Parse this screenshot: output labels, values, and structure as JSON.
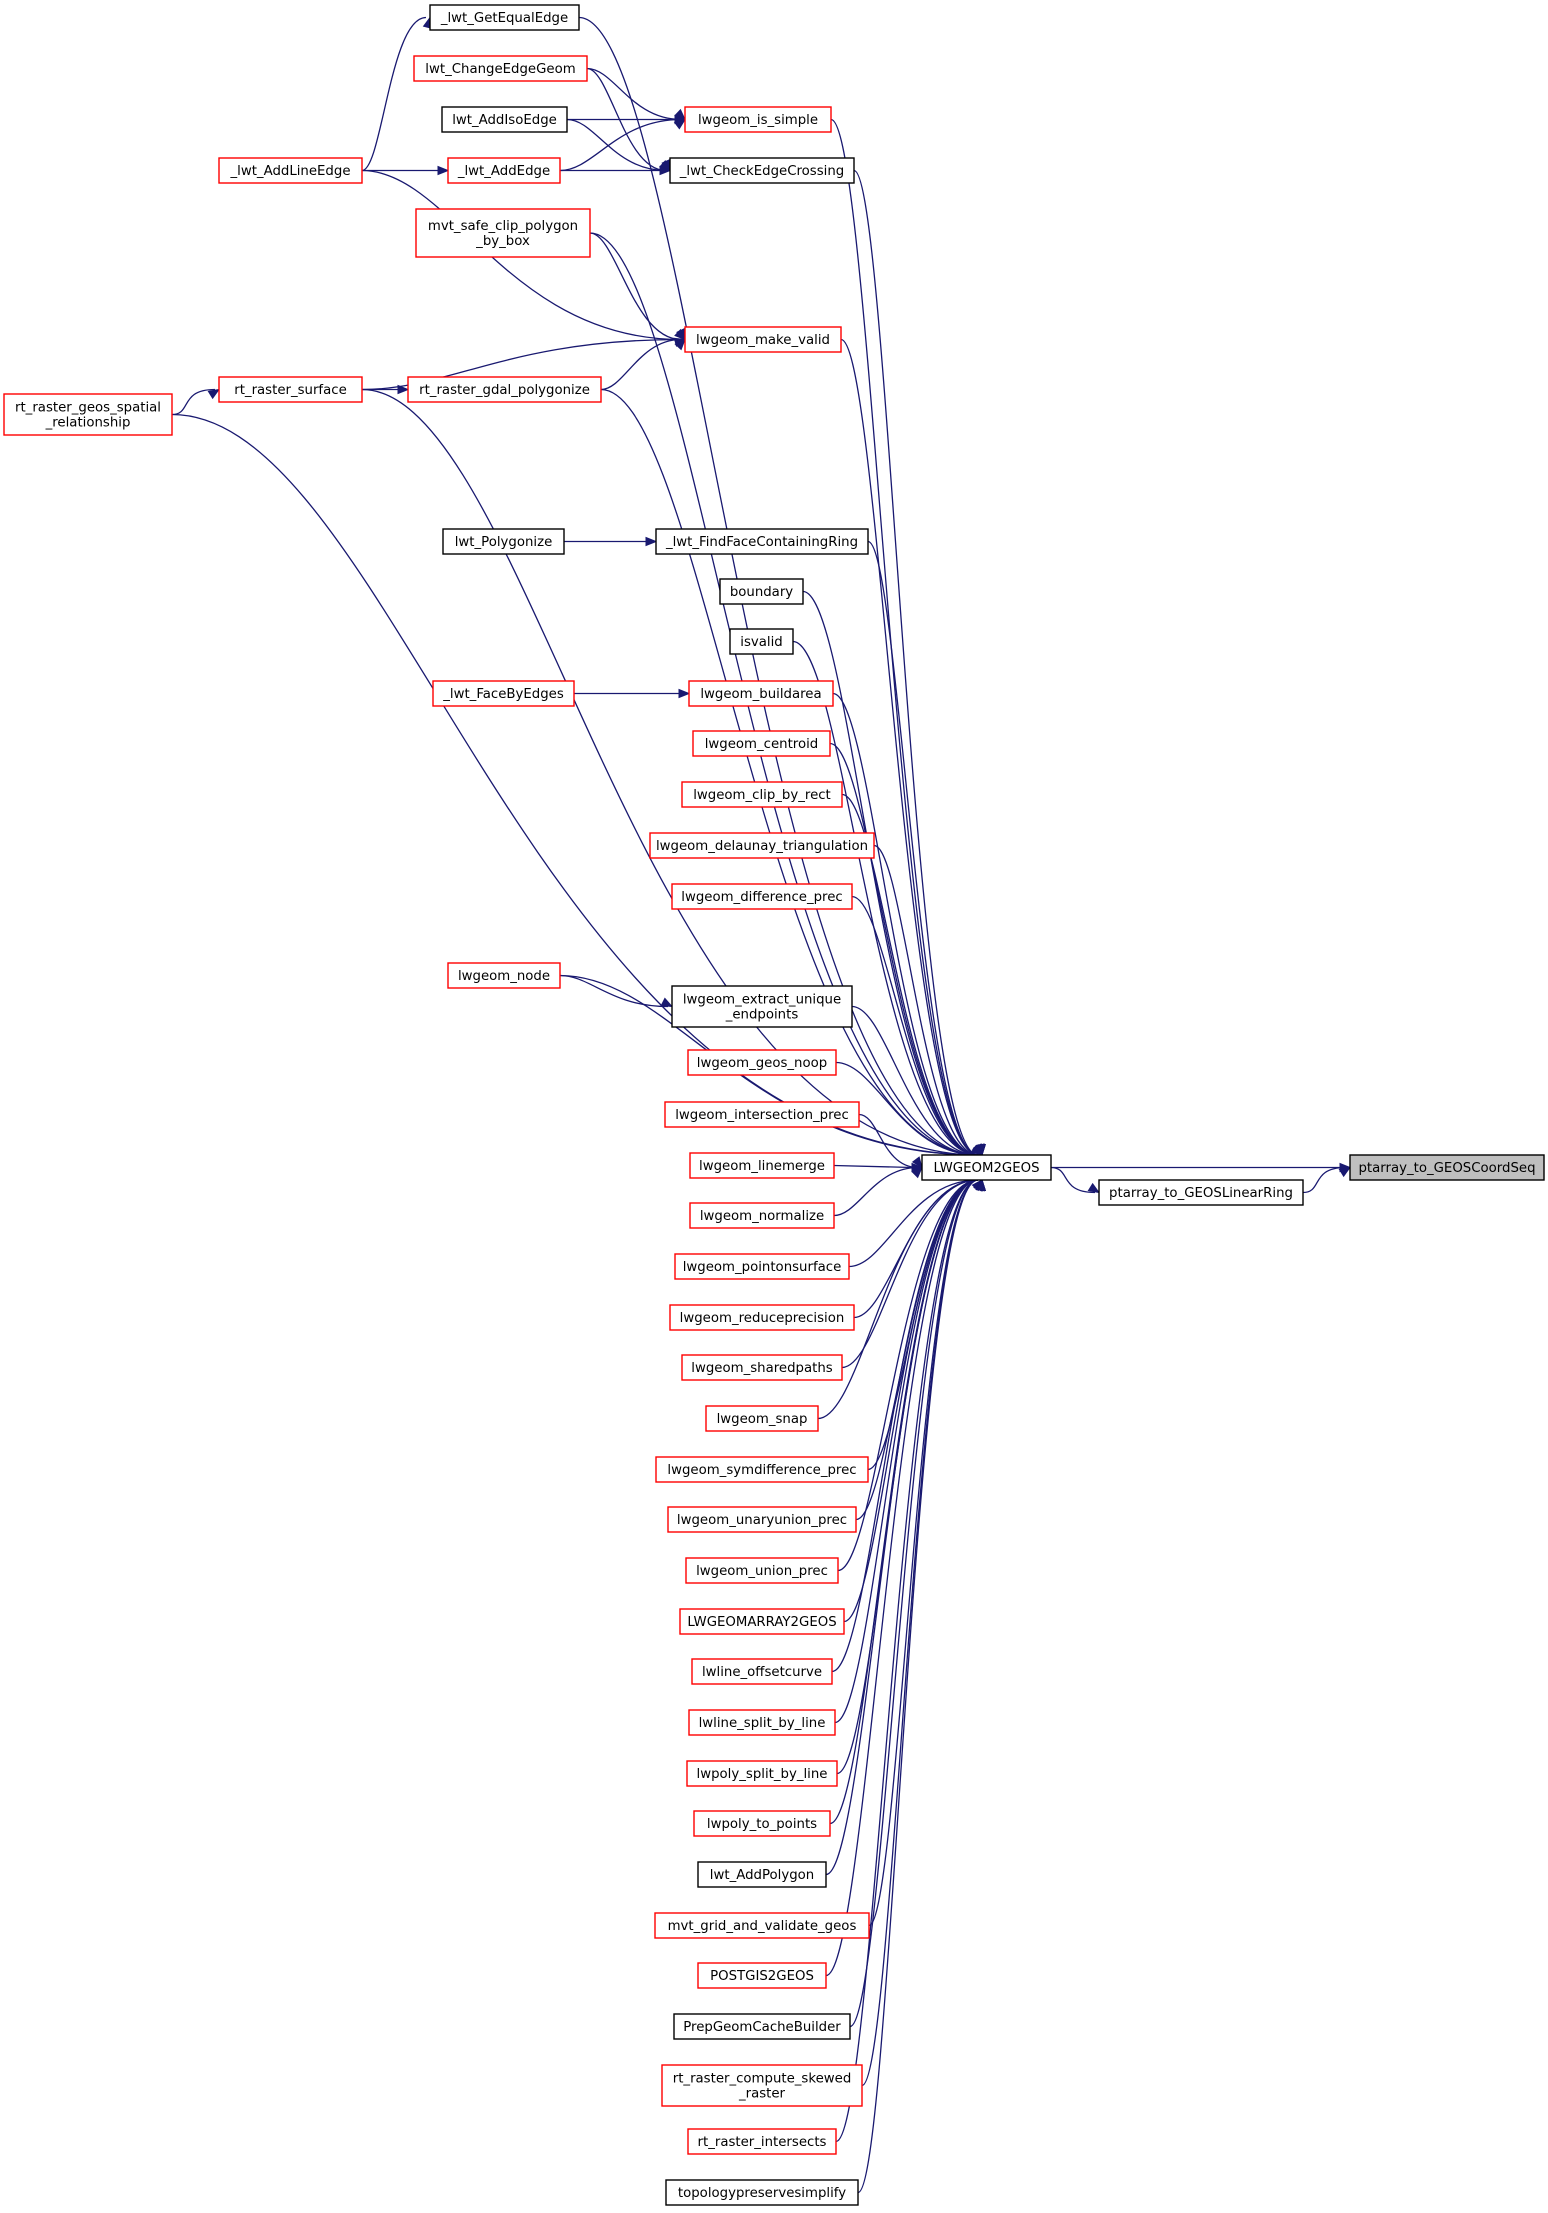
{
  "nodes": [
    {
      "id": "ptarray_to_GEOSCoordSeq",
      "lines": [
        "ptarray_to_GEOSCoordSeq"
      ],
      "style": "target"
    },
    {
      "id": "ptarray_to_GEOSLinearRing",
      "lines": [
        "ptarray_to_GEOSLinearRing"
      ],
      "style": "black"
    },
    {
      "id": "LWGEOM2GEOS",
      "lines": [
        "LWGEOM2GEOS"
      ],
      "style": "black"
    },
    {
      "id": "_lwt_GetEqualEdge",
      "lines": [
        "_lwt_GetEqualEdge"
      ],
      "style": "black"
    },
    {
      "id": "lwt_ChangeEdgeGeom",
      "lines": [
        "lwt_ChangeEdgeGeom"
      ],
      "style": "red"
    },
    {
      "id": "lwt_AddIsoEdge",
      "lines": [
        "lwt_AddIsoEdge"
      ],
      "style": "black"
    },
    {
      "id": "lwgeom_is_simple",
      "lines": [
        "lwgeom_is_simple"
      ],
      "style": "red"
    },
    {
      "id": "_lwt_AddLineEdge",
      "lines": [
        "_lwt_AddLineEdge"
      ],
      "style": "red"
    },
    {
      "id": "_lwt_AddEdge",
      "lines": [
        "_lwt_AddEdge"
      ],
      "style": "red"
    },
    {
      "id": "_lwt_CheckEdgeCrossing",
      "lines": [
        "_lwt_CheckEdgeCrossing"
      ],
      "style": "black"
    },
    {
      "id": "mvt_safe_clip_polygon_by_box",
      "lines": [
        "mvt_safe_clip_polygon",
        "_by_box"
      ],
      "style": "red"
    },
    {
      "id": "lwgeom_make_valid",
      "lines": [
        "lwgeom_make_valid"
      ],
      "style": "red"
    },
    {
      "id": "rt_raster_geos_spatial_relationship",
      "lines": [
        "rt_raster_geos_spatial",
        "_relationship"
      ],
      "style": "red"
    },
    {
      "id": "rt_raster_surface",
      "lines": [
        "rt_raster_surface"
      ],
      "style": "red"
    },
    {
      "id": "rt_raster_gdal_polygonize",
      "lines": [
        "rt_raster_gdal_polygonize"
      ],
      "style": "red"
    },
    {
      "id": "lwt_Polygonize",
      "lines": [
        "lwt_Polygonize"
      ],
      "style": "black"
    },
    {
      "id": "_lwt_FindFaceContainingRing",
      "lines": [
        "_lwt_FindFaceContainingRing"
      ],
      "style": "black"
    },
    {
      "id": "boundary",
      "lines": [
        "boundary"
      ],
      "style": "black"
    },
    {
      "id": "isvalid",
      "lines": [
        "isvalid"
      ],
      "style": "black"
    },
    {
      "id": "_lwt_FaceByEdges",
      "lines": [
        "_lwt_FaceByEdges"
      ],
      "style": "red"
    },
    {
      "id": "lwgeom_buildarea",
      "lines": [
        "lwgeom_buildarea"
      ],
      "style": "red"
    },
    {
      "id": "lwgeom_centroid",
      "lines": [
        "lwgeom_centroid"
      ],
      "style": "red"
    },
    {
      "id": "lwgeom_clip_by_rect",
      "lines": [
        "lwgeom_clip_by_rect"
      ],
      "style": "red"
    },
    {
      "id": "lwgeom_delaunay_triangulation",
      "lines": [
        "lwgeom_delaunay_triangulation"
      ],
      "style": "red"
    },
    {
      "id": "lwgeom_difference_prec",
      "lines": [
        "lwgeom_difference_prec"
      ],
      "style": "red"
    },
    {
      "id": "lwgeom_node",
      "lines": [
        "lwgeom_node"
      ],
      "style": "red"
    },
    {
      "id": "lwgeom_extract_unique_endpoints",
      "lines": [
        "lwgeom_extract_unique",
        "_endpoints"
      ],
      "style": "black"
    },
    {
      "id": "lwgeom_geos_noop",
      "lines": [
        "lwgeom_geos_noop"
      ],
      "style": "red"
    },
    {
      "id": "lwgeom_intersection_prec",
      "lines": [
        "lwgeom_intersection_prec"
      ],
      "style": "red"
    },
    {
      "id": "lwgeom_linemerge",
      "lines": [
        "lwgeom_linemerge"
      ],
      "style": "red"
    },
    {
      "id": "lwgeom_normalize",
      "lines": [
        "lwgeom_normalize"
      ],
      "style": "red"
    },
    {
      "id": "lwgeom_pointonsurface",
      "lines": [
        "lwgeom_pointonsurface"
      ],
      "style": "red"
    },
    {
      "id": "lwgeom_reduceprecision",
      "lines": [
        "lwgeom_reduceprecision"
      ],
      "style": "red"
    },
    {
      "id": "lwgeom_sharedpaths",
      "lines": [
        "lwgeom_sharedpaths"
      ],
      "style": "red"
    },
    {
      "id": "lwgeom_snap",
      "lines": [
        "lwgeom_snap"
      ],
      "style": "red"
    },
    {
      "id": "lwgeom_symdifference_prec",
      "lines": [
        "lwgeom_symdifference_prec"
      ],
      "style": "red"
    },
    {
      "id": "lwgeom_unaryunion_prec",
      "lines": [
        "lwgeom_unaryunion_prec"
      ],
      "style": "red"
    },
    {
      "id": "lwgeom_union_prec",
      "lines": [
        "lwgeom_union_prec"
      ],
      "style": "red"
    },
    {
      "id": "LWGEOMARRAY2GEOS",
      "lines": [
        "LWGEOMARRAY2GEOS"
      ],
      "style": "red"
    },
    {
      "id": "lwline_offsetcurve",
      "lines": [
        "lwline_offsetcurve"
      ],
      "style": "red"
    },
    {
      "id": "lwline_split_by_line",
      "lines": [
        "lwline_split_by_line"
      ],
      "style": "red"
    },
    {
      "id": "lwpoly_split_by_line",
      "lines": [
        "lwpoly_split_by_line"
      ],
      "style": "red"
    },
    {
      "id": "lwpoly_to_points",
      "lines": [
        "lwpoly_to_points"
      ],
      "style": "red"
    },
    {
      "id": "lwt_AddPolygon",
      "lines": [
        "lwt_AddPolygon"
      ],
      "style": "black"
    },
    {
      "id": "mvt_grid_and_validate_geos",
      "lines": [
        "mvt_grid_and_validate_geos"
      ],
      "style": "red"
    },
    {
      "id": "POSTGIS2GEOS",
      "lines": [
        "POSTGIS2GEOS"
      ],
      "style": "red"
    },
    {
      "id": "PrepGeomCacheBuilder",
      "lines": [
        "PrepGeomCacheBuilder"
      ],
      "style": "black"
    },
    {
      "id": "rt_raster_compute_skewed_raster",
      "lines": [
        "rt_raster_compute_skewed",
        "_raster"
      ],
      "style": "red"
    },
    {
      "id": "rt_raster_intersects",
      "lines": [
        "rt_raster_intersects"
      ],
      "style": "red"
    },
    {
      "id": "topologypreservesimplify",
      "lines": [
        "topologypreservesimplify"
      ],
      "style": "black"
    }
  ],
  "edges": [
    [
      "LWGEOM2GEOS",
      "ptarray_to_GEOSCoordSeq"
    ],
    [
      "ptarray_to_GEOSLinearRing",
      "ptarray_to_GEOSCoordSeq"
    ],
    [
      "LWGEOM2GEOS",
      "ptarray_to_GEOSLinearRing"
    ],
    [
      "_lwt_GetEqualEdge",
      "LWGEOM2GEOS"
    ],
    [
      "_lwt_AddLineEdge",
      "_lwt_GetEqualEdge"
    ],
    [
      "lwgeom_is_simple",
      "LWGEOM2GEOS"
    ],
    [
      "lwt_ChangeEdgeGeom",
      "lwgeom_is_simple"
    ],
    [
      "lwt_AddIsoEdge",
      "lwgeom_is_simple"
    ],
    [
      "_lwt_AddEdge",
      "lwgeom_is_simple"
    ],
    [
      "_lwt_AddLineEdge",
      "_lwt_AddEdge"
    ],
    [
      "_lwt_CheckEdgeCrossing",
      "LWGEOM2GEOS"
    ],
    [
      "lwt_ChangeEdgeGeom",
      "_lwt_CheckEdgeCrossing"
    ],
    [
      "lwt_AddIsoEdge",
      "_lwt_CheckEdgeCrossing"
    ],
    [
      "_lwt_AddEdge",
      "_lwt_CheckEdgeCrossing"
    ],
    [
      "mvt_safe_clip_polygon_by_box",
      "LWGEOM2GEOS"
    ],
    [
      "lwgeom_make_valid",
      "LWGEOM2GEOS"
    ],
    [
      "mvt_safe_clip_polygon_by_box",
      "lwgeom_make_valid"
    ],
    [
      "_lwt_AddLineEdge",
      "lwgeom_make_valid"
    ],
    [
      "rt_raster_surface",
      "lwgeom_make_valid"
    ],
    [
      "rt_raster_gdal_polygonize",
      "lwgeom_make_valid"
    ],
    [
      "rt_raster_gdal_polygonize",
      "LWGEOM2GEOS"
    ],
    [
      "rt_raster_surface",
      "rt_raster_gdal_polygonize"
    ],
    [
      "rt_raster_geos_spatial_relationship",
      "rt_raster_surface"
    ],
    [
      "rt_raster_surface",
      "LWGEOM2GEOS"
    ],
    [
      "rt_raster_geos_spatial_relationship",
      "LWGEOM2GEOS"
    ],
    [
      "_lwt_FindFaceContainingRing",
      "LWGEOM2GEOS"
    ],
    [
      "lwt_Polygonize",
      "_lwt_FindFaceContainingRing"
    ],
    [
      "boundary",
      "LWGEOM2GEOS"
    ],
    [
      "isvalid",
      "LWGEOM2GEOS"
    ],
    [
      "lwgeom_buildarea",
      "LWGEOM2GEOS"
    ],
    [
      "_lwt_FaceByEdges",
      "lwgeom_buildarea"
    ],
    [
      "lwgeom_centroid",
      "LWGEOM2GEOS"
    ],
    [
      "lwgeom_clip_by_rect",
      "LWGEOM2GEOS"
    ],
    [
      "lwgeom_delaunay_triangulation",
      "LWGEOM2GEOS"
    ],
    [
      "lwgeom_difference_prec",
      "LWGEOM2GEOS"
    ],
    [
      "lwgeom_node",
      "LWGEOM2GEOS"
    ],
    [
      "lwgeom_extract_unique_endpoints",
      "LWGEOM2GEOS"
    ],
    [
      "lwgeom_node",
      "lwgeom_extract_unique_endpoints"
    ],
    [
      "lwgeom_geos_noop",
      "LWGEOM2GEOS"
    ],
    [
      "lwgeom_intersection_prec",
      "LWGEOM2GEOS"
    ],
    [
      "lwgeom_linemerge",
      "LWGEOM2GEOS"
    ],
    [
      "lwgeom_normalize",
      "LWGEOM2GEOS"
    ],
    [
      "lwgeom_pointonsurface",
      "LWGEOM2GEOS"
    ],
    [
      "lwgeom_reduceprecision",
      "LWGEOM2GEOS"
    ],
    [
      "lwgeom_sharedpaths",
      "LWGEOM2GEOS"
    ],
    [
      "lwgeom_snap",
      "LWGEOM2GEOS"
    ],
    [
      "lwgeom_symdifference_prec",
      "LWGEOM2GEOS"
    ],
    [
      "lwgeom_unaryunion_prec",
      "LWGEOM2GEOS"
    ],
    [
      "lwgeom_union_prec",
      "LWGEOM2GEOS"
    ],
    [
      "LWGEOMARRAY2GEOS",
      "LWGEOM2GEOS"
    ],
    [
      "lwline_offsetcurve",
      "LWGEOM2GEOS"
    ],
    [
      "lwline_split_by_line",
      "LWGEOM2GEOS"
    ],
    [
      "lwpoly_split_by_line",
      "LWGEOM2GEOS"
    ],
    [
      "lwpoly_to_points",
      "LWGEOM2GEOS"
    ],
    [
      "lwt_AddPolygon",
      "LWGEOM2GEOS"
    ],
    [
      "mvt_grid_and_validate_geos",
      "LWGEOM2GEOS"
    ],
    [
      "POSTGIS2GEOS",
      "LWGEOM2GEOS"
    ],
    [
      "PrepGeomCacheBuilder",
      "LWGEOM2GEOS"
    ],
    [
      "rt_raster_compute_skewed_raster",
      "LWGEOM2GEOS"
    ],
    [
      "rt_raster_intersects",
      "LWGEOM2GEOS"
    ],
    [
      "topologypreservesimplify",
      "LWGEOM2GEOS"
    ]
  ],
  "colors": {
    "edge": "#191970",
    "red_border": "#ff0000",
    "black_border": "#000000",
    "target_fill": "#bfbfbf"
  }
}
